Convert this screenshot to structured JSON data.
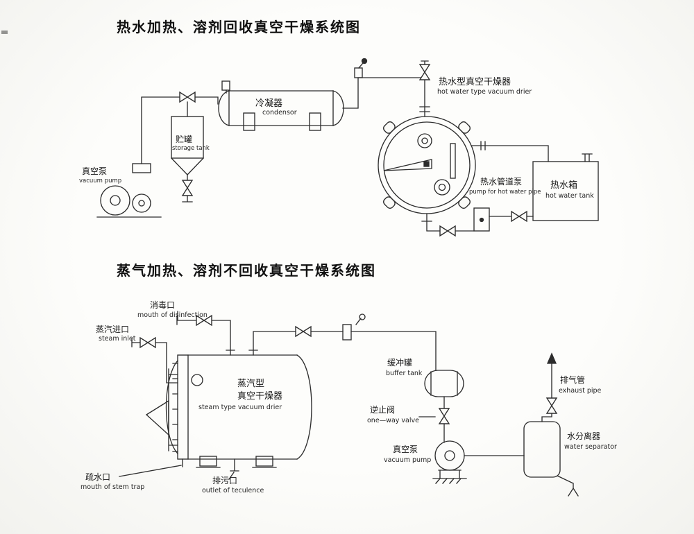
{
  "titles": {
    "top": "热水加热、溶剂回收真空干燥系统图",
    "bottom": "蒸气加热、溶剂不回收真空干燥系统图"
  },
  "top": {
    "vacuum_pump": {
      "cn": "真空泵",
      "en": "vacuum pump"
    },
    "storage_tank": {
      "cn": "贮罐",
      "en": "storage tank"
    },
    "condensor": {
      "cn": "冷凝器",
      "en": "condensor"
    },
    "drier": {
      "cn": "热水型真空干燥器",
      "en": "hot water type vacuum drier"
    },
    "pipe_pump": {
      "cn": "热水管道泵",
      "en": "pump for hot water pipe"
    },
    "water_tank": {
      "cn": "热水箱",
      "en": "hot water tank"
    }
  },
  "bottom": {
    "disinfection": {
      "cn": "消毒口",
      "en": "mouth of disinfection"
    },
    "steam_inlet": {
      "cn": "蒸汽进口",
      "en": "steam inlet"
    },
    "drier": {
      "line1": "蒸汽型",
      "line2": "真空干燥器",
      "en": "steam type vacuum drier"
    },
    "buffer_tank": {
      "cn": "缓冲罐",
      "en": "buffer tank"
    },
    "exhaust": {
      "cn": "排气管",
      "en": "exhaust pipe"
    },
    "check_valve": {
      "cn": "逆止阀",
      "en": "one—way valve"
    },
    "vacuum_pump": {
      "cn": "真空泵",
      "en": "vacuum pump"
    },
    "separator": {
      "cn": "水分离器",
      "en": "water separator"
    },
    "steam_trap": {
      "cn": "疏水口",
      "en": "mouth of stem trap"
    },
    "outlet": {
      "cn": "排污口",
      "en": "outlet of teculence"
    }
  }
}
